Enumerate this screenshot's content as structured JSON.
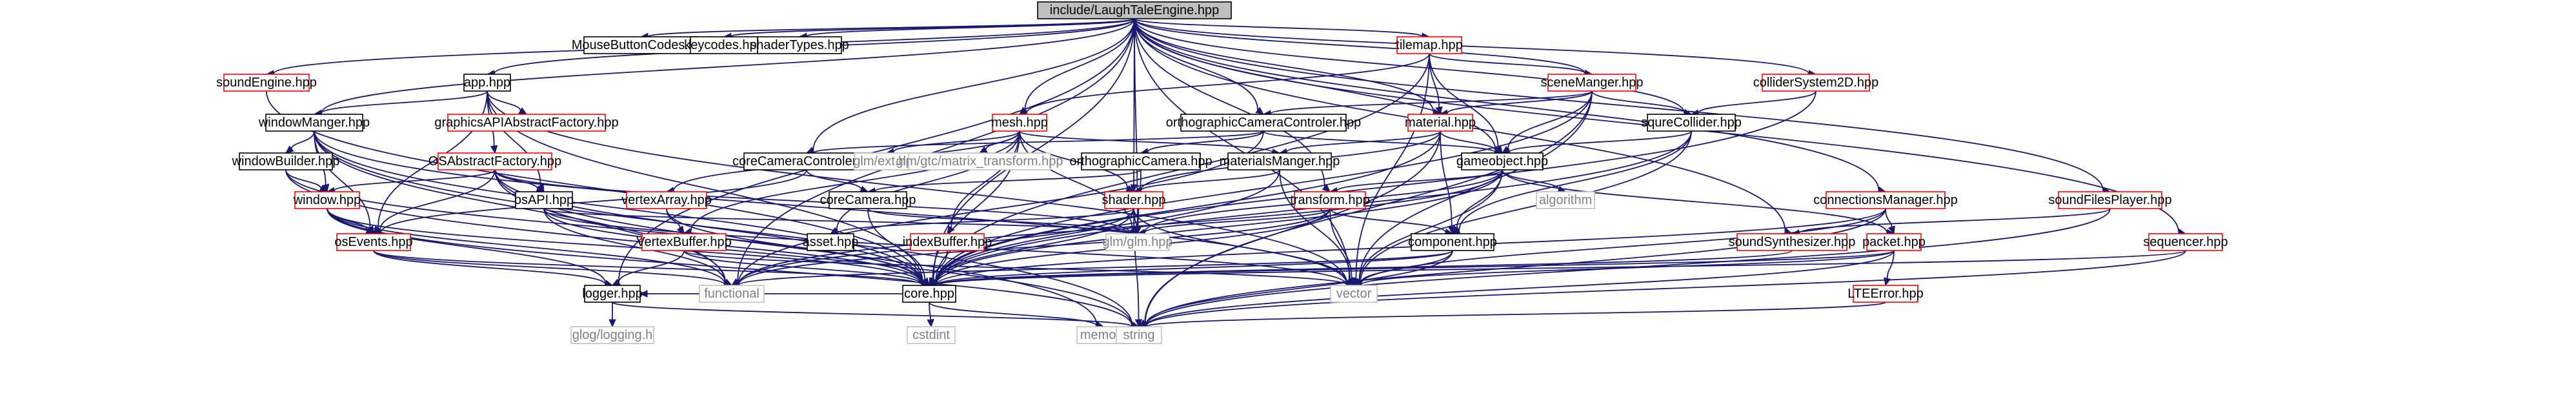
{
  "diagram": {
    "type": "include-dependency-graph",
    "colors": {
      "root_fill": "#bfbfbf",
      "documented_border": "#000000",
      "undocumented_border": "#ff0000",
      "system_border": "#bfbfbf",
      "system_text": "#808080",
      "edge": "#191970"
    },
    "nodes": [
      {
        "id": "root",
        "label": "include/LaughTaleEngine.hpp",
        "kind": "root"
      },
      {
        "id": "mousecodes",
        "label": "MouseButtonCodes.hpp",
        "kind": "doc"
      },
      {
        "id": "keycodes",
        "label": "keycodes.hpp",
        "kind": "doc"
      },
      {
        "id": "shadertypes",
        "label": "shaderTypes.hpp",
        "kind": "doc"
      },
      {
        "id": "soundengine",
        "label": "soundEngine.hpp",
        "kind": "undoc"
      },
      {
        "id": "app",
        "label": "app.hpp",
        "kind": "doc"
      },
      {
        "id": "windowmanger",
        "label": "windowManger.hpp",
        "kind": "doc"
      },
      {
        "id": "graphicsapi",
        "label": "graphicsAPIAbstractFactory.hpp",
        "kind": "undoc"
      },
      {
        "id": "osabstract",
        "label": "OSAbstractFactory.hpp",
        "kind": "undoc"
      },
      {
        "id": "windowbuilder",
        "label": "windowBuilder.hpp",
        "kind": "doc"
      },
      {
        "id": "windowhpp",
        "label": "window.hpp",
        "kind": "undoc"
      },
      {
        "id": "osapi",
        "label": "osAPI.hpp",
        "kind": "doc"
      },
      {
        "id": "osevents",
        "label": "osEvents.hpp",
        "kind": "undoc"
      },
      {
        "id": "mesh",
        "label": "mesh.hpp",
        "kind": "undoc"
      },
      {
        "id": "vertexarray",
        "label": "vertexArray.hpp",
        "kind": "undoc"
      },
      {
        "id": "vertexbuffer",
        "label": "VertexBuffer.hpp",
        "kind": "undoc"
      },
      {
        "id": "corecameracontroler",
        "label": "coreCameraControler.hpp",
        "kind": "doc"
      },
      {
        "id": "corecamera",
        "label": "coreCamera.hpp",
        "kind": "doc"
      },
      {
        "id": "glmext",
        "label": "glm/ext.hpp",
        "kind": "sys"
      },
      {
        "id": "glmmatrix",
        "label": "glm/gtc/matrix_transform.hpp",
        "kind": "sys"
      },
      {
        "id": "orthocamcontroler",
        "label": "orthographicCameraControler.hpp",
        "kind": "doc"
      },
      {
        "id": "orthocamera",
        "label": "orthographicCamera.hpp",
        "kind": "doc"
      },
      {
        "id": "materialsmanger",
        "label": "materialsManger.hpp",
        "kind": "doc"
      },
      {
        "id": "shader",
        "label": "shader.hpp",
        "kind": "undoc"
      },
      {
        "id": "indexbuffer",
        "label": "indexBuffer.hpp",
        "kind": "undoc"
      },
      {
        "id": "asset",
        "label": "asset.hpp",
        "kind": "doc"
      },
      {
        "id": "tilemap",
        "label": "tilemap.hpp",
        "kind": "undoc"
      },
      {
        "id": "scenemanger",
        "label": "sceneManger.hpp",
        "kind": "undoc"
      },
      {
        "id": "material",
        "label": "material.hpp",
        "kind": "undoc"
      },
      {
        "id": "squarecollider",
        "label": "squreCollider.hpp",
        "kind": "doc"
      },
      {
        "id": "collidersystem",
        "label": "colliderSystem2D.hpp",
        "kind": "undoc"
      },
      {
        "id": "gameobject",
        "label": "gameobject.hpp",
        "kind": "doc"
      },
      {
        "id": "transform",
        "label": "transform.hpp",
        "kind": "undoc"
      },
      {
        "id": "component",
        "label": "component.hpp",
        "kind": "doc"
      },
      {
        "id": "algorithm",
        "label": "algorithm",
        "kind": "sys"
      },
      {
        "id": "connectionsmanager",
        "label": "connectionsManager.hpp",
        "kind": "undoc"
      },
      {
        "id": "soundsynth",
        "label": "soundSynthesizer.hpp",
        "kind": "undoc"
      },
      {
        "id": "packet",
        "label": "packet.hpp",
        "kind": "undoc"
      },
      {
        "id": "ltterror",
        "label": "LTEError.hpp",
        "kind": "undoc"
      },
      {
        "id": "soundfiles",
        "label": "soundFilesPlayer.hpp",
        "kind": "undoc"
      },
      {
        "id": "sequencer",
        "label": "sequencer.hpp",
        "kind": "undoc"
      },
      {
        "id": "glmglm",
        "label": "glm/glm.hpp",
        "kind": "sys"
      },
      {
        "id": "vector",
        "label": "vector",
        "kind": "sys"
      },
      {
        "id": "core",
        "label": "core.hpp",
        "kind": "doc"
      },
      {
        "id": "functional",
        "label": "functional",
        "kind": "sys"
      },
      {
        "id": "logger",
        "label": "logger.hpp",
        "kind": "doc"
      },
      {
        "id": "memory",
        "label": "memory",
        "kind": "sys"
      },
      {
        "id": "string",
        "label": "string",
        "kind": "sys"
      },
      {
        "id": "glog",
        "label": "glog/logging.h",
        "kind": "sys"
      },
      {
        "id": "cstdint",
        "label": "cstdint",
        "kind": "sys"
      }
    ],
    "edges": [
      [
        "root",
        "mousecodes"
      ],
      [
        "root",
        "keycodes"
      ],
      [
        "root",
        "shadertypes"
      ],
      [
        "root",
        "soundengine"
      ],
      [
        "root",
        "app"
      ],
      [
        "root",
        "windowmanger"
      ],
      [
        "root",
        "mesh"
      ],
      [
        "root",
        "corecameracontroler"
      ],
      [
        "root",
        "orthocamcontroler"
      ],
      [
        "root",
        "tilemap"
      ],
      [
        "root",
        "scenemanger"
      ],
      [
        "root",
        "material"
      ],
      [
        "root",
        "squarecollider"
      ],
      [
        "root",
        "collidersystem"
      ],
      [
        "root",
        "gameobject"
      ],
      [
        "root",
        "connectionsmanager"
      ],
      [
        "root",
        "soundfiles"
      ],
      [
        "root",
        "sequencer"
      ],
      [
        "root",
        "core"
      ],
      [
        "root",
        "functional"
      ],
      [
        "root",
        "shader"
      ],
      [
        "root",
        "transform"
      ],
      [
        "root",
        "soundsynth"
      ],
      [
        "root",
        "vector"
      ],
      [
        "root",
        "logger"
      ],
      [
        "root",
        "glmglm"
      ],
      [
        "soundengine",
        "core"
      ],
      [
        "app",
        "windowmanger"
      ],
      [
        "app",
        "graphicsapi"
      ],
      [
        "app",
        "osabstract"
      ],
      [
        "app",
        "osevents"
      ],
      [
        "app",
        "osapi"
      ],
      [
        "app",
        "core"
      ],
      [
        "app",
        "vector"
      ],
      [
        "windowmanger",
        "windowbuilder"
      ],
      [
        "windowmanger",
        "windowhpp"
      ],
      [
        "windowmanger",
        "osevents"
      ],
      [
        "windowmanger",
        "core"
      ],
      [
        "windowmanger",
        "functional"
      ],
      [
        "windowmanger",
        "vector"
      ],
      [
        "windowmanger",
        "string"
      ],
      [
        "osabstract",
        "windowhpp"
      ],
      [
        "osabstract",
        "osapi"
      ],
      [
        "osabstract",
        "osevents"
      ],
      [
        "osabstract",
        "core"
      ],
      [
        "osabstract",
        "memory"
      ],
      [
        "osabstract",
        "glmglm"
      ],
      [
        "osabstract",
        "functional"
      ],
      [
        "windowbuilder",
        "windowhpp"
      ],
      [
        "windowbuilder",
        "core"
      ],
      [
        "windowbuilder",
        "string"
      ],
      [
        "windowhpp",
        "osevents"
      ],
      [
        "windowhpp",
        "core"
      ],
      [
        "windowhpp",
        "functional"
      ],
      [
        "windowhpp",
        "string"
      ],
      [
        "windowhpp",
        "logger"
      ],
      [
        "osapi",
        "core"
      ],
      [
        "osapi",
        "glmglm"
      ],
      [
        "osapi",
        "functional"
      ],
      [
        "osapi",
        "vector"
      ],
      [
        "osevents",
        "core"
      ],
      [
        "osevents",
        "functional"
      ],
      [
        "osevents",
        "logger"
      ],
      [
        "mesh",
        "vertexarray"
      ],
      [
        "mesh",
        "vertexbuffer"
      ],
      [
        "mesh",
        "glmext"
      ],
      [
        "mesh",
        "glmmatrix"
      ],
      [
        "mesh",
        "shader"
      ],
      [
        "mesh",
        "indexbuffer"
      ],
      [
        "mesh",
        "materialsmanger"
      ],
      [
        "mesh",
        "asset"
      ],
      [
        "mesh",
        "core"
      ],
      [
        "mesh",
        "glmglm"
      ],
      [
        "vertexarray",
        "vertexbuffer"
      ],
      [
        "vertexarray",
        "core"
      ],
      [
        "vertexbuffer",
        "core"
      ],
      [
        "vertexbuffer",
        "logger"
      ],
      [
        "vertexbuffer",
        "vector"
      ],
      [
        "corecameracontroler",
        "corecamera"
      ],
      [
        "corecameracontroler",
        "osevents"
      ],
      [
        "corecamera",
        "core"
      ],
      [
        "corecamera",
        "glmglm"
      ],
      [
        "orthocamcontroler",
        "orthocamera"
      ],
      [
        "orthocamcontroler",
        "corecameracontroler"
      ],
      [
        "orthocamcontroler",
        "gameobject"
      ],
      [
        "orthocamcontroler",
        "functional"
      ],
      [
        "orthocamera",
        "corecamera"
      ],
      [
        "orthocamera",
        "glmglm"
      ],
      [
        "materialsmanger",
        "shader"
      ],
      [
        "materialsmanger",
        "vector"
      ],
      [
        "materialsmanger",
        "core"
      ],
      [
        "shader",
        "asset"
      ],
      [
        "shader",
        "glmglm"
      ],
      [
        "shader",
        "core"
      ],
      [
        "shader",
        "vector"
      ],
      [
        "shader",
        "string"
      ],
      [
        "shader",
        "functional"
      ],
      [
        "indexbuffer",
        "core"
      ],
      [
        "tilemap",
        "scenemanger"
      ],
      [
        "tilemap",
        "material"
      ],
      [
        "tilemap",
        "gameobject"
      ],
      [
        "tilemap",
        "mesh"
      ],
      [
        "tilemap",
        "core"
      ],
      [
        "tilemap",
        "vector"
      ],
      [
        "scenemanger",
        "orthocamcontroler"
      ],
      [
        "scenemanger",
        "material"
      ],
      [
        "scenemanger",
        "squarecollider"
      ],
      [
        "scenemanger",
        "gameobject"
      ],
      [
        "scenemanger",
        "core"
      ],
      [
        "scenemanger",
        "vector"
      ],
      [
        "scenemanger",
        "string"
      ],
      [
        "material",
        "materialsmanger"
      ],
      [
        "material",
        "shader"
      ],
      [
        "material",
        "gameobject"
      ],
      [
        "material",
        "component"
      ],
      [
        "material",
        "core"
      ],
      [
        "material",
        "string"
      ],
      [
        "squarecollider",
        "gameobject"
      ],
      [
        "squarecollider",
        "component"
      ],
      [
        "squarecollider",
        "core"
      ],
      [
        "squarecollider",
        "vector"
      ],
      [
        "collidersystem",
        "squarecollider"
      ],
      [
        "collidersystem",
        "core"
      ],
      [
        "gameobject",
        "transform"
      ],
      [
        "gameobject",
        "component"
      ],
      [
        "gameobject",
        "algorithm"
      ],
      [
        "gameobject",
        "glmglm"
      ],
      [
        "gameobject",
        "core"
      ],
      [
        "gameobject",
        "vector"
      ],
      [
        "gameobject",
        "packet"
      ],
      [
        "gameobject",
        "functional"
      ],
      [
        "transform",
        "component"
      ],
      [
        "transform",
        "glmglm"
      ],
      [
        "transform",
        "core"
      ],
      [
        "transform",
        "vector"
      ],
      [
        "transform",
        "functional"
      ],
      [
        "component",
        "core"
      ],
      [
        "component",
        "vector"
      ],
      [
        "component",
        "string"
      ],
      [
        "component",
        "functional"
      ],
      [
        "connectionsmanager",
        "packet"
      ],
      [
        "connectionsmanager",
        "core"
      ],
      [
        "connectionsmanager",
        "string"
      ],
      [
        "connectionsmanager",
        "vector"
      ],
      [
        "soundsynth",
        "core"
      ],
      [
        "packet",
        "ltterror"
      ],
      [
        "packet",
        "core"
      ],
      [
        "packet",
        "vector"
      ],
      [
        "packet",
        "string"
      ],
      [
        "ltterror",
        "string"
      ],
      [
        "soundfiles",
        "soundsynth"
      ],
      [
        "soundfiles",
        "string"
      ],
      [
        "sequencer",
        "core"
      ],
      [
        "sequencer",
        "string"
      ],
      [
        "core",
        "memory"
      ],
      [
        "core",
        "cstdint"
      ],
      [
        "core",
        "logger"
      ],
      [
        "logger",
        "glog"
      ],
      [
        "logger",
        "string"
      ]
    ]
  }
}
